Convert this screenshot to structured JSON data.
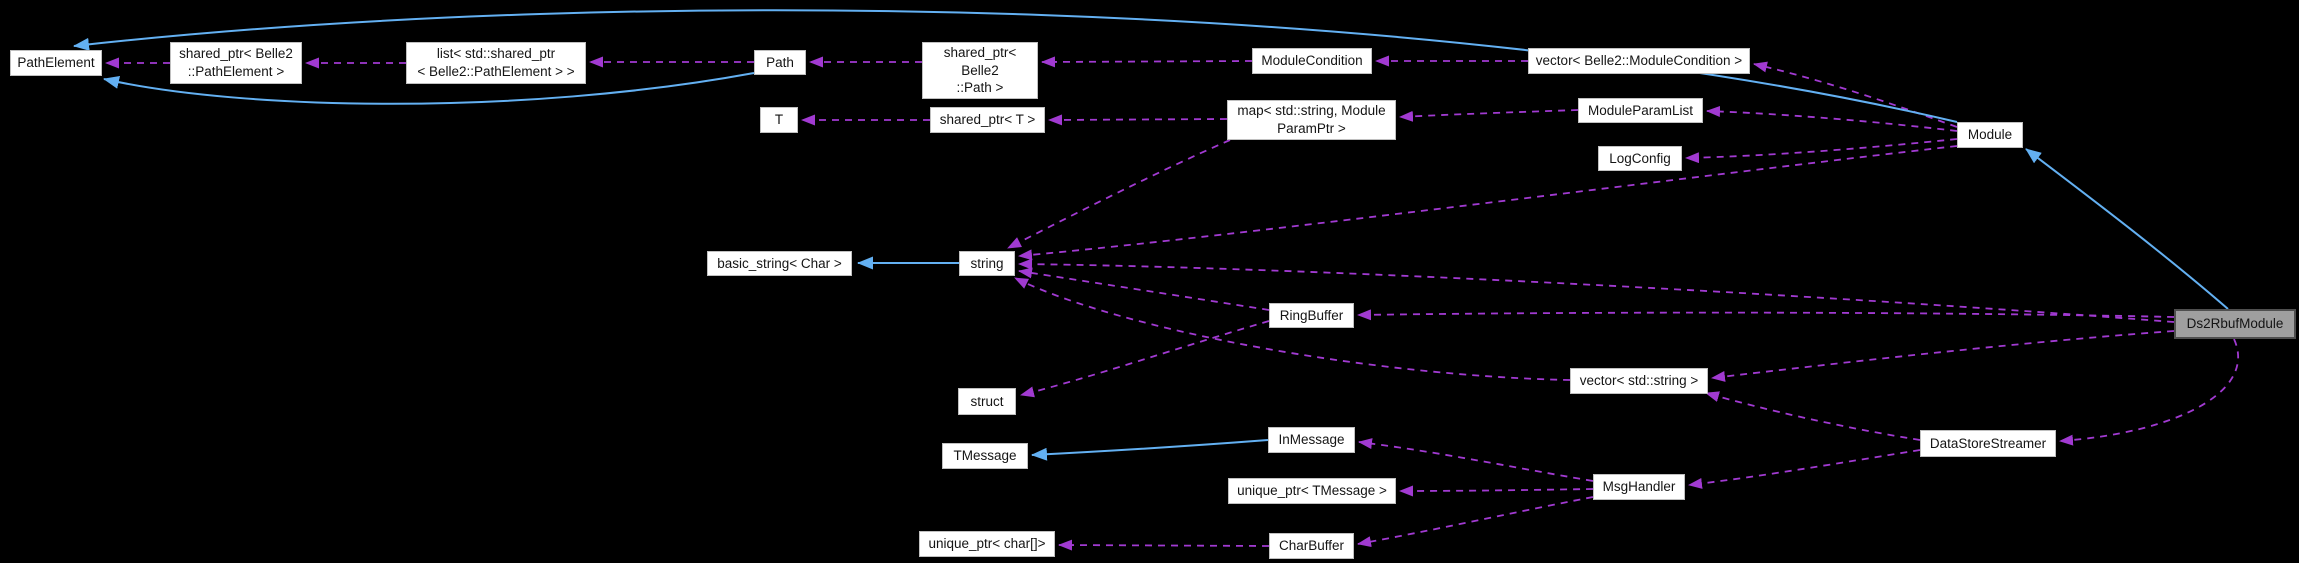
{
  "graph": {
    "type": "collaboration-diagram",
    "highlight_node": "ds2rbuf",
    "colors": {
      "background": "#000000",
      "node_fill": "#ffffff",
      "node_border": "#c0c0c0",
      "node_text": "#141414",
      "highlight_fill": "#9f9f9f",
      "highlight_border": "#4f4f4f",
      "usage_edge": "#a13ad1",
      "inheritance_edge": "#63b0f2"
    },
    "nodes": [
      {
        "id": "pathelement",
        "label": "PathElement"
      },
      {
        "id": "sp_pathelement",
        "label": "shared_ptr< Belle2\n::PathElement >"
      },
      {
        "id": "list_sp",
        "label": "list< std::shared_ptr\n< Belle2::PathElement > >"
      },
      {
        "id": "path",
        "label": "Path"
      },
      {
        "id": "sp_path",
        "label": "shared_ptr< Belle2\n::Path >"
      },
      {
        "id": "modulecondition",
        "label": "ModuleCondition"
      },
      {
        "id": "vec_mc",
        "label": "vector< Belle2::ModuleCondition >"
      },
      {
        "id": "module",
        "label": "Module"
      },
      {
        "id": "t",
        "label": "T"
      },
      {
        "id": "sp_t",
        "label": "shared_ptr< T >"
      },
      {
        "id": "map",
        "label": "map< std::string, Module\nParamPtr >"
      },
      {
        "id": "mpl",
        "label": "ModuleParamList"
      },
      {
        "id": "logconfig",
        "label": "LogConfig"
      },
      {
        "id": "basicstring",
        "label": "basic_string< Char >"
      },
      {
        "id": "string",
        "label": "string"
      },
      {
        "id": "ringbuffer",
        "label": "RingBuffer"
      },
      {
        "id": "ds2rbuf",
        "label": "Ds2RbufModule"
      },
      {
        "id": "struct",
        "label": "struct"
      },
      {
        "id": "tmessage",
        "label": "TMessage"
      },
      {
        "id": "inmessage",
        "label": "InMessage"
      },
      {
        "id": "vec_str",
        "label": "vector< std::string >"
      },
      {
        "id": "up_tmsg",
        "label": "unique_ptr< TMessage >"
      },
      {
        "id": "msghandler",
        "label": "MsgHandler"
      },
      {
        "id": "dss",
        "label": "DataStoreStreamer"
      },
      {
        "id": "up_char",
        "label": "unique_ptr< char[]>"
      },
      {
        "id": "charbuffer",
        "label": "CharBuffer"
      }
    ],
    "edges": [
      {
        "from": "sp_pathelement",
        "to": "pathelement",
        "kind": "usage"
      },
      {
        "from": "list_sp",
        "to": "sp_pathelement",
        "kind": "usage"
      },
      {
        "from": "path",
        "to": "list_sp",
        "kind": "usage"
      },
      {
        "from": "sp_path",
        "to": "path",
        "kind": "usage"
      },
      {
        "from": "modulecondition",
        "to": "sp_path",
        "kind": "usage"
      },
      {
        "from": "vec_mc",
        "to": "modulecondition",
        "kind": "usage"
      },
      {
        "from": "module",
        "to": "vec_mc",
        "kind": "usage"
      },
      {
        "from": "sp_t",
        "to": "t",
        "kind": "usage"
      },
      {
        "from": "map",
        "to": "sp_t",
        "kind": "usage"
      },
      {
        "from": "mpl",
        "to": "map",
        "kind": "usage"
      },
      {
        "from": "module",
        "to": "mpl",
        "kind": "usage"
      },
      {
        "from": "module",
        "to": "logconfig",
        "kind": "usage"
      },
      {
        "from": "module",
        "to": "string",
        "kind": "usage"
      },
      {
        "from": "map",
        "to": "string",
        "kind": "usage"
      },
      {
        "from": "ds2rbuf",
        "to": "string",
        "kind": "usage"
      },
      {
        "from": "ringbuffer",
        "to": "string",
        "kind": "usage"
      },
      {
        "from": "vec_str",
        "to": "string",
        "kind": "usage"
      },
      {
        "from": "ringbuffer",
        "to": "struct",
        "kind": "usage"
      },
      {
        "from": "ds2rbuf",
        "to": "ringbuffer",
        "kind": "usage"
      },
      {
        "from": "msghandler",
        "to": "inmessage",
        "kind": "usage"
      },
      {
        "from": "msghandler",
        "to": "up_tmsg",
        "kind": "usage"
      },
      {
        "from": "msghandler",
        "to": "charbuffer",
        "kind": "usage"
      },
      {
        "from": "charbuffer",
        "to": "up_char",
        "kind": "usage"
      },
      {
        "from": "dss",
        "to": "msghandler",
        "kind": "usage"
      },
      {
        "from": "dss",
        "to": "vec_str",
        "kind": "usage"
      },
      {
        "from": "ds2rbuf",
        "to": "vec_str",
        "kind": "usage"
      },
      {
        "from": "ds2rbuf",
        "to": "dss",
        "kind": "usage"
      },
      {
        "from": "string",
        "to": "basicstring",
        "kind": "inheritance"
      },
      {
        "from": "inmessage",
        "to": "tmessage",
        "kind": "inheritance"
      },
      {
        "from": "path",
        "to": "pathelement",
        "kind": "inheritance"
      },
      {
        "from": "module",
        "to": "pathelement",
        "kind": "inheritance"
      },
      {
        "from": "ds2rbuf",
        "to": "module",
        "kind": "inheritance"
      }
    ]
  }
}
